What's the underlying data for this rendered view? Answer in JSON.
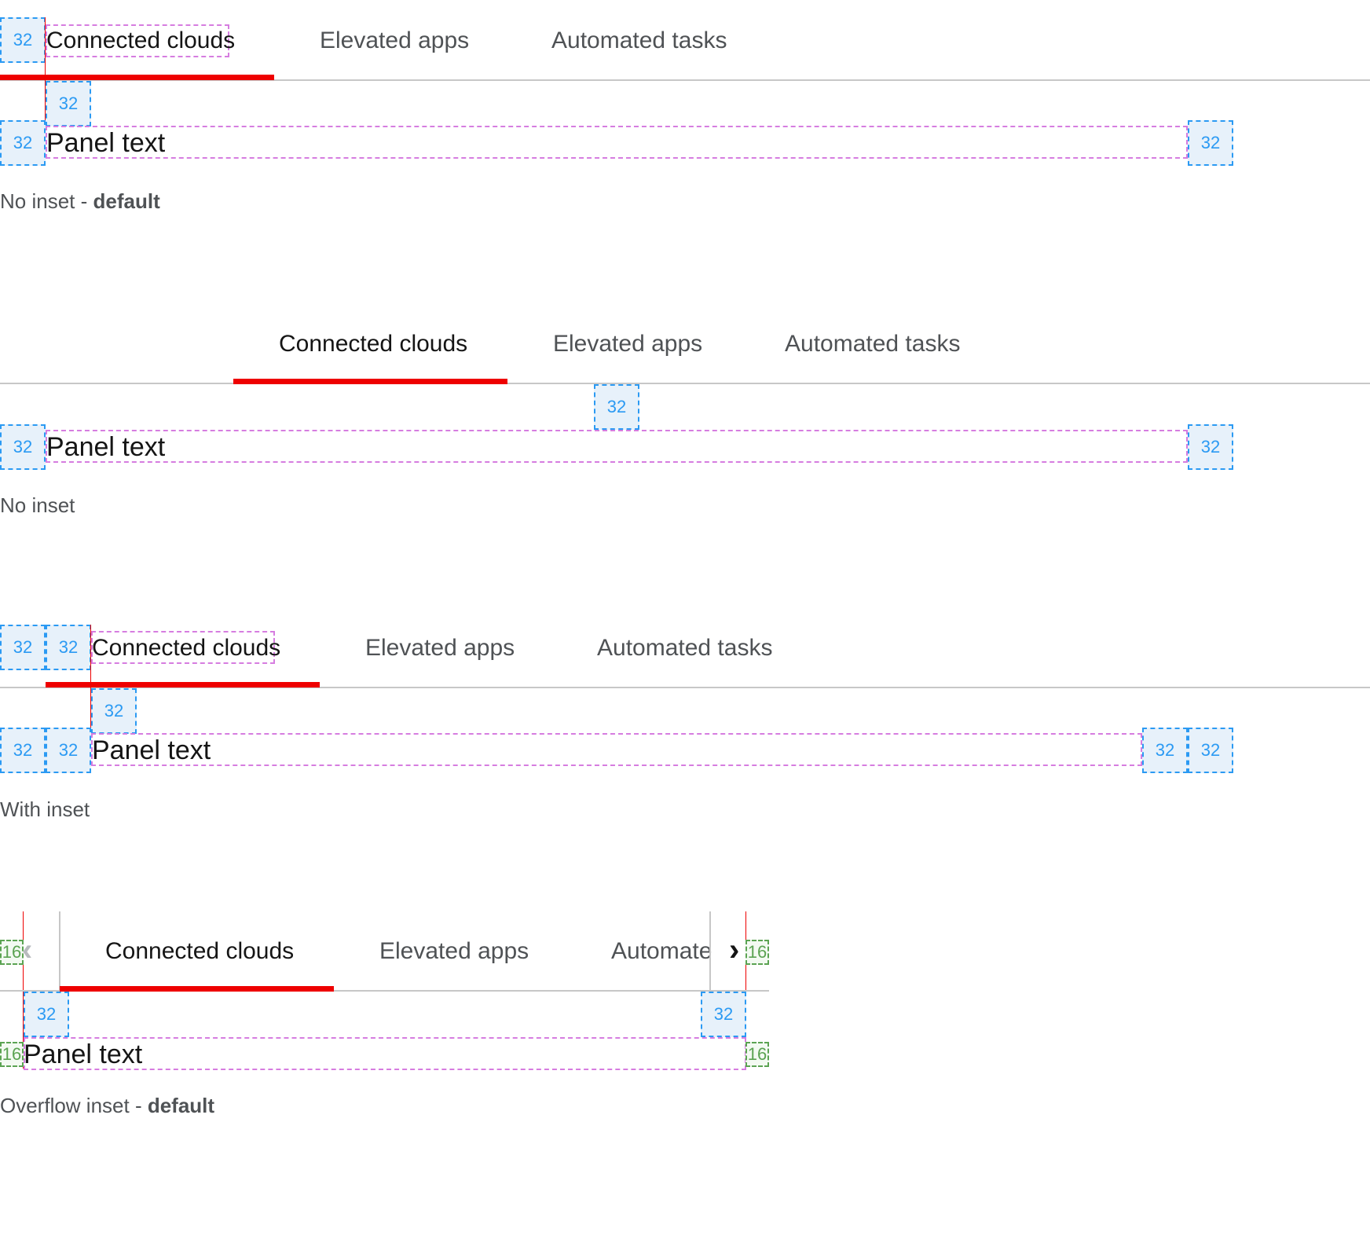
{
  "tabs": {
    "connected": "Connected clouds",
    "elevated": "Elevated apps",
    "automated": "Automated tasks",
    "automated_truncated": "Automate"
  },
  "panel_text": "Panel text",
  "spacers": {
    "large": "32",
    "small": "16"
  },
  "captions": {
    "example1": "No inset - ",
    "example1_bold": "default",
    "example2": "No inset",
    "example3": "With inset",
    "example4": "Overflow inset - ",
    "example4_bold": "default"
  },
  "icons": {
    "scroll_left": "chevron-left-icon",
    "scroll_right": "chevron-right-icon"
  },
  "colors": {
    "active_underline": "#ee0000",
    "spacer_blue": "#2b9af3",
    "spacer_green": "#5ba352",
    "outline_magenta": "#d67de0",
    "divider": "#c7c7c7"
  }
}
